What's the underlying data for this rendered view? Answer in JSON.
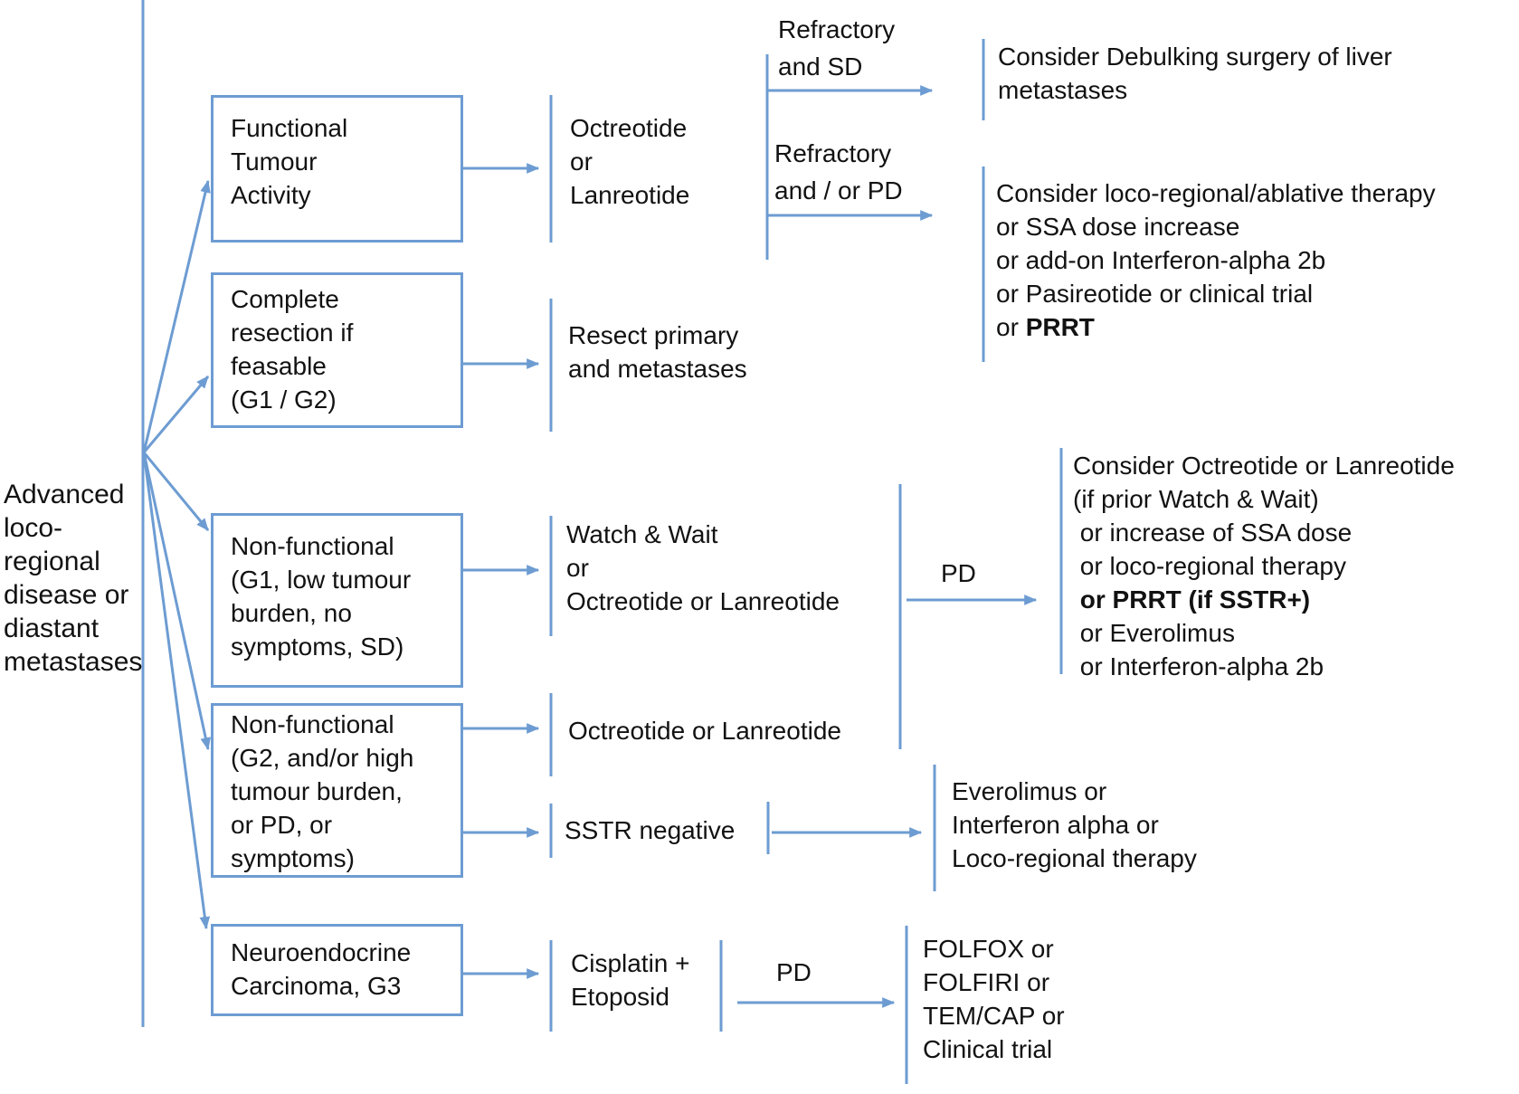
{
  "colors": {
    "line": "#6d9cd2",
    "text": "#121212"
  },
  "root_label": "Advanced\nloco-\nregional\ndisease or\ndiastant\nmetastases",
  "boxes": {
    "functional": "Functional\nTumour\nActivity",
    "resection": "Complete\nresection if\nfeasable\n(G1 / G2)",
    "nonfunctional_g1": "Non-functional\n(G1, low tumour\nburden, no\nsymptoms, SD)",
    "nonfunctional_g2": "Non-functional\n(G2, and/or high\ntumour burden,\nor PD, or\nsymptoms)",
    "nec_g3": "Neuroendocrine\nCarcinoma, G3"
  },
  "middle": {
    "ssa_functional": "Octreotide\nor\nLanreotide",
    "resect": "Resect primary\nand metastases",
    "watch_wait": "Watch & Wait\nor\nOctreotide or Lanreotide",
    "ssa_g2": "Octreotide or Lanreotide",
    "sstr_negative": "SSTR negative",
    "cisplatin": "Cisplatin +\nEtoposid"
  },
  "branch_labels": {
    "refractory_sd": "Refractory\nand SD",
    "refractory_pd": "Refractory\nand / or PD",
    "pd_mid": "PD",
    "pd_g3": "PD"
  },
  "outcomes": {
    "debulking": "Consider Debulking surgery of liver\nmetastases",
    "locoregional_head": "Consider loco-regional/ablative therapy\nor SSA dose increase\nor add-on Interferon-alpha 2b\nor Pasireotide or clinical trial",
    "locoregional_or": "or ",
    "locoregional_prrt": "PRRT",
    "pd_list_head": "Consider Octreotide or Lanreotide\n(if prior Watch & Wait)\n or increase of SSA dose\n or loco-regional therapy",
    "pd_list_bold": " or PRRT (if SSTR+)",
    "pd_list_tail": " or Everolimus\n or Interferon-alpha 2b",
    "sstr_outcome": "Everolimus or\nInterferon alpha or\nLoco-regional therapy",
    "g3_outcome": "FOLFOX or\nFOLFIRI or\nTEM/CAP or\nClinical trial"
  }
}
